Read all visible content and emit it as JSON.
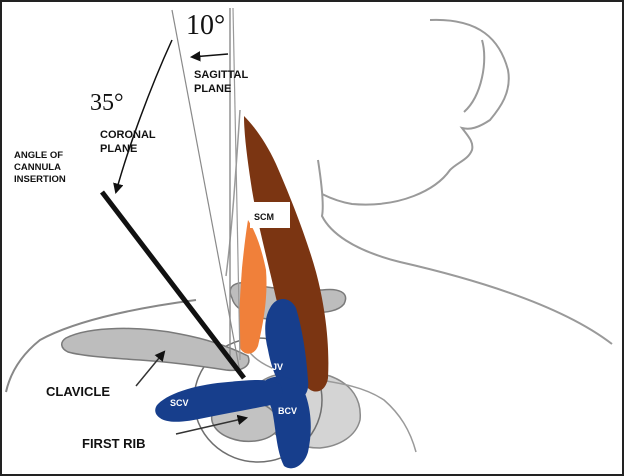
{
  "angles": {
    "sagittal_degrees": "10°",
    "coronal_degrees": "35°"
  },
  "labels": {
    "sagittal_plane_line1": "SAGITTAL",
    "sagittal_plane_line2": "PLANE",
    "coronal_plane_line1": "CORONAL",
    "coronal_plane_line2": "PLANE",
    "insertion_line1": "ANGLE OF",
    "insertion_line2": "CANNULA",
    "insertion_line3": "INSERTION",
    "clavicle": "CLAVICLE",
    "first_rib": "FIRST RIB",
    "scm": "SCM",
    "jv": "JV",
    "scv": "SCV",
    "bcv": "BCV"
  },
  "colors": {
    "scm_dark": "#7b3512",
    "scm_light": "#f0803a",
    "veins": "#173e8c",
    "bone": "#bdbdbd",
    "outline": "#7a7a7a"
  }
}
